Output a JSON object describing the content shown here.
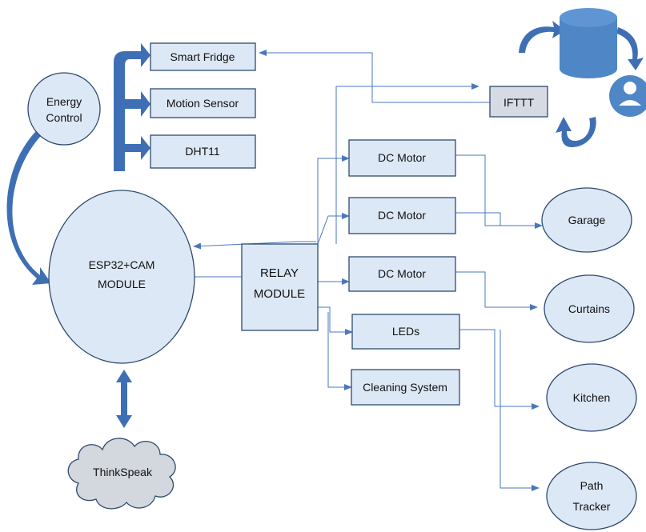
{
  "colors": {
    "box_fill": "#dde8f6",
    "box_stroke": "#2e4a6e",
    "connector": "#4a77bc",
    "thick_arrow": "#3e6fb5",
    "cloud_fill": "#d3d7de",
    "database_fill": "#4f86c6"
  },
  "nodes": {
    "smart_fridge": "Smart Fridge",
    "motion_sensor": "Motion Sensor",
    "dht11": "DHT11",
    "energy_control": [
      "Energy",
      "Control"
    ],
    "esp32": [
      "ESP32+CAM",
      "MODULE"
    ],
    "relay": [
      "RELAY",
      "MODULE"
    ],
    "ifttt": "IFTTT",
    "dc_motor_1": "DC Motor",
    "dc_motor_2": "DC Motor",
    "dc_motor_3": "DC Motor",
    "leds": "LEDs",
    "cleaning_system": "Cleaning System",
    "garage": "Garage",
    "curtains": "Curtains",
    "kitchen": "Kitchen",
    "path_tracker": [
      "Path",
      "Tracker"
    ],
    "thinkspeak": "ThinkSpeak"
  },
  "icons": {
    "database": "database-icon",
    "user": "user-icon",
    "cycle_arrows": "curved-arrow-icon",
    "cloud": "cloud-icon"
  }
}
